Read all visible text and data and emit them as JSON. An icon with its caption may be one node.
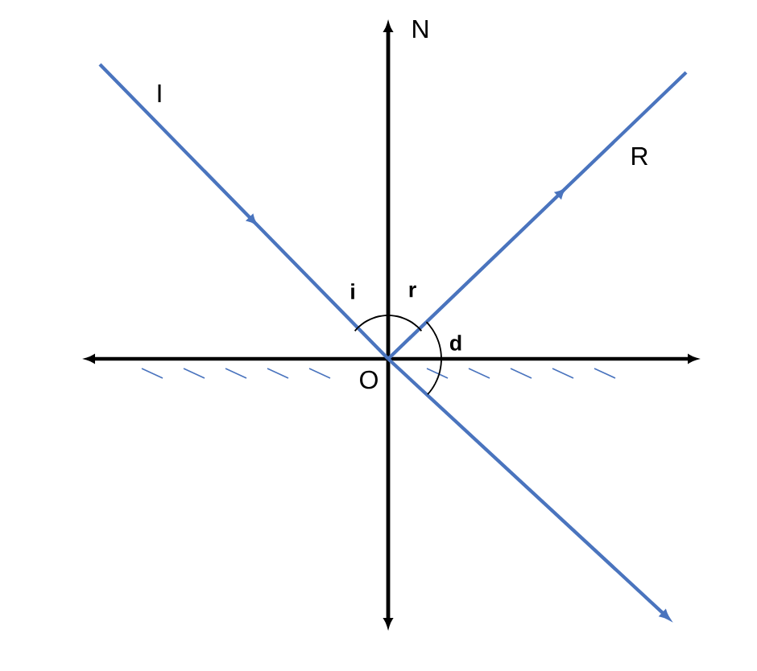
{
  "diagram": {
    "labels": [
      "N",
      "I",
      "R",
      "i",
      "r",
      "d",
      "O"
    ]
  }
}
